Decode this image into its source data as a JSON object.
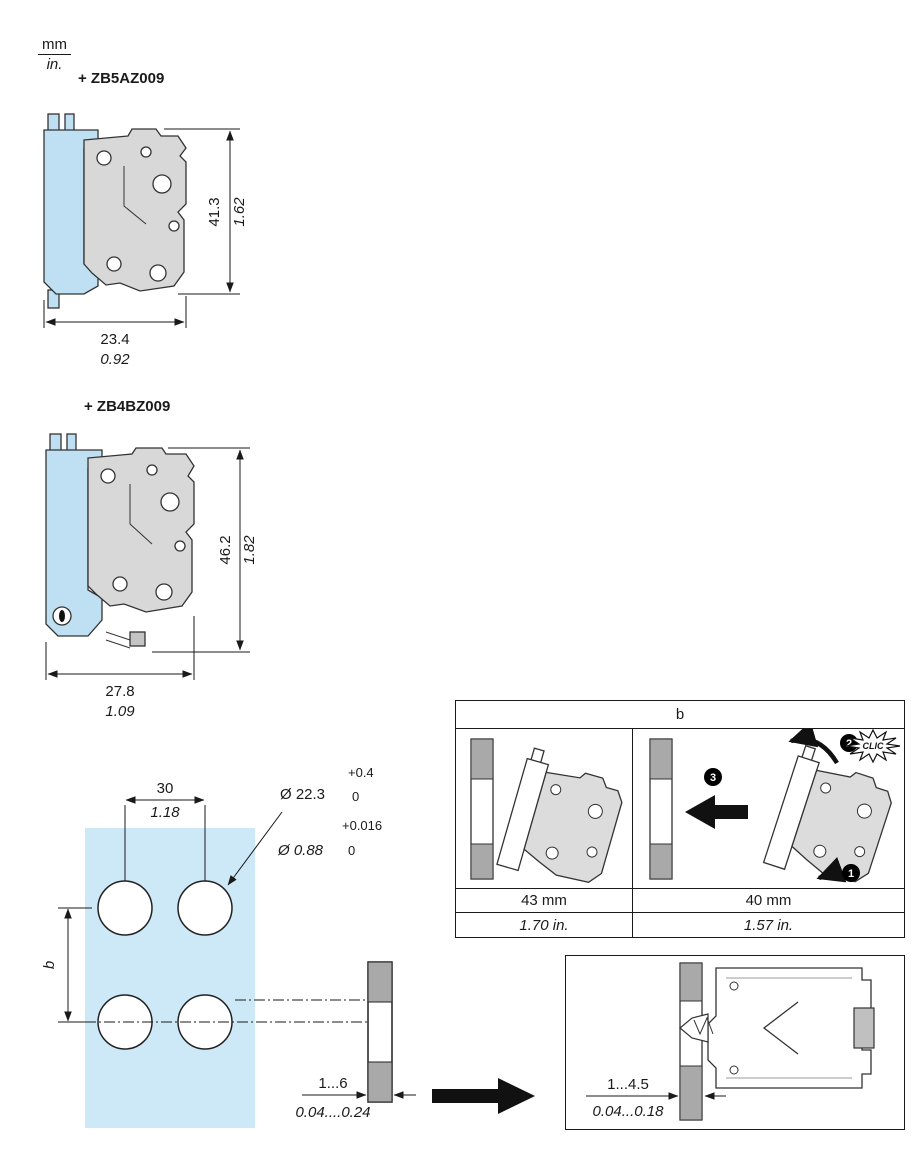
{
  "colors": {
    "panel_blue": "#cde9f8",
    "part_blue": "#bfe0f2",
    "part_gray": "#d8d8d8",
    "strip_gray": "#a9a9a9",
    "line": "#1a1a1a"
  },
  "units": {
    "mm": "mm",
    "in": "in."
  },
  "drawing1": {
    "label": "+ ZB5AZ009",
    "height_mm": "41.3",
    "height_in": "1.62",
    "width_mm": "23.4",
    "width_in": "0.92"
  },
  "drawing2": {
    "label": "+ ZB4BZ009",
    "height_mm": "46.2",
    "height_in": "1.82",
    "width_mm": "27.8",
    "width_in": "1.09"
  },
  "panel_cutout": {
    "pitch_mm": "30",
    "pitch_in": "1.18",
    "dia_mm": "Ø 22.3",
    "dia_mm_tol_upper": "+0.4",
    "dia_mm_tol_lower": "0",
    "dia_in": "Ø 0.88",
    "dia_in_tol_upper": "+0.016",
    "dia_in_tol_lower": "0",
    "b_label": "b",
    "thickness_mm": "1...6",
    "thickness_in": "0.04....0.24"
  },
  "install_table": {
    "header": "b",
    "clic": "CLIC",
    "step_1": "1",
    "step_2": "2",
    "step_3": "3",
    "left_value_mm": "43 mm",
    "left_value_in": "1.70 in.",
    "right_value_mm": "40 mm",
    "right_value_in": "1.57 in."
  },
  "mount_box": {
    "thickness_mm": "1...4.5",
    "thickness_in": "0.04...0.18"
  }
}
